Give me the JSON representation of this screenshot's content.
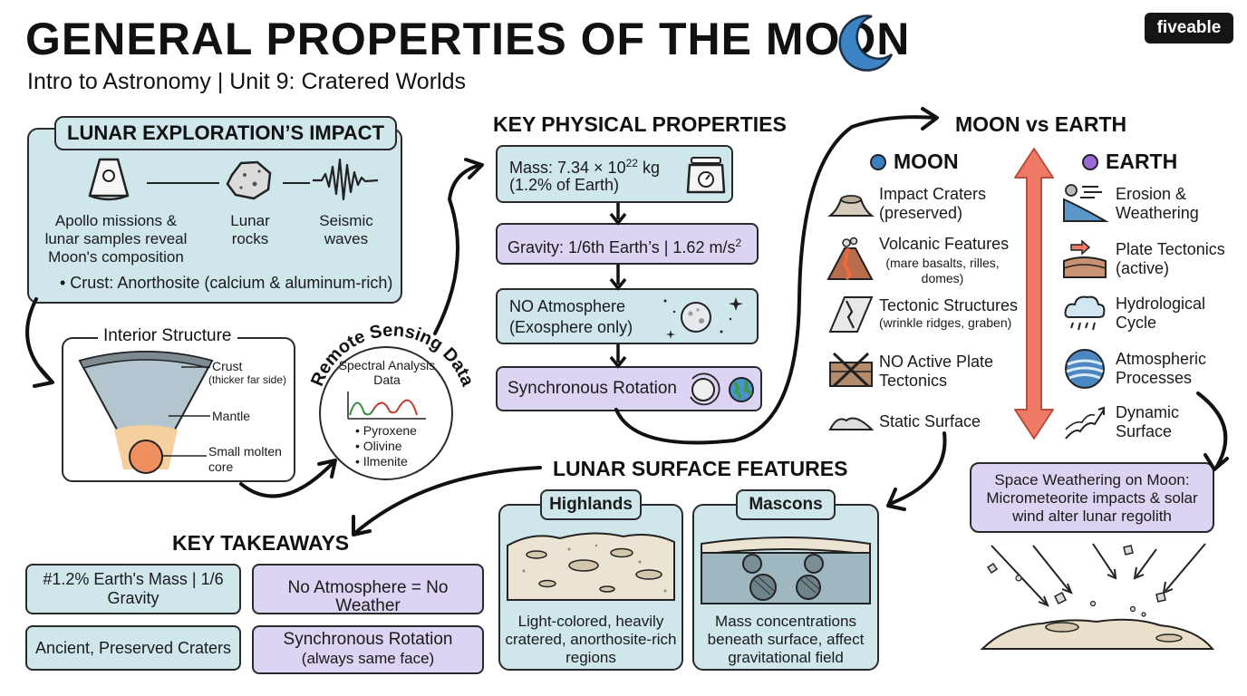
{
  "header": {
    "title": "GENERAL PROPERTIES OF THE MOON",
    "subtitle": "Intro to Astronomy | Unit 9: Cratered Worlds",
    "logo": "fiveable"
  },
  "exploration": {
    "heading": "LUNAR EXPLORATION’S IMPACT",
    "items": [
      "Apollo missions & lunar samples reveal Moon's composition",
      "Lunar rocks",
      "Seismic waves"
    ],
    "bullet": "• Crust: Anorthosite (calcium & aluminum-rich)"
  },
  "interior": {
    "heading": "Interior Structure",
    "crust": "Crust",
    "crust_note": "(thicker far side)",
    "mantle": "Mantle",
    "core": "Small molten core"
  },
  "remote": {
    "arc_label": "Remote Sensing Data",
    "heading": "Spectral Analysis Data",
    "minerals": [
      "• Pyroxene",
      "• Olivine",
      "• Ilmenite"
    ]
  },
  "physical": {
    "heading": "KEY PHYSICAL PROPERTIES",
    "mass_line1": "Mass: 7.34 × 10",
    "mass_exp": "22",
    "mass_unit": " kg",
    "mass_line2": "(1.2% of Earth)",
    "gravity": "Gravity: 1/6th Earth’s | 1.62 m/s",
    "gravity_exp": "2",
    "atmosphere_line1": "NO Atmosphere",
    "atmosphere_line2": "(Exosphere only)",
    "rotation": "Synchronous Rotation"
  },
  "compare": {
    "heading": "MOON vs EARTH",
    "moon_heading": "MOON",
    "earth_heading": "EARTH",
    "moon_items": [
      {
        "title": "Impact Craters",
        "note": "(preserved)"
      },
      {
        "title": "Volcanic Features",
        "note": "(mare basalts, rilles, domes)"
      },
      {
        "title": "Tectonic Structures",
        "note": "(wrinkle ridges, graben)"
      },
      {
        "title": "NO Active Plate Tectonics",
        "note": ""
      },
      {
        "title": "Static Surface",
        "note": ""
      }
    ],
    "earth_items": [
      {
        "title": "Erosion & Weathering",
        "note": ""
      },
      {
        "title": "Plate Tectonics",
        "note": "(active)"
      },
      {
        "title": "Hydrological Cycle",
        "note": ""
      },
      {
        "title": "Atmospheric Processes",
        "note": ""
      },
      {
        "title": "Dynamic Surface",
        "note": ""
      }
    ],
    "moon_color": "#3b7fc0",
    "earth_color": "#9b6ad6"
  },
  "weathering": {
    "text": "Space Weathering on Moon: Micrometeorite impacts & solar wind alter lunar regolith"
  },
  "surface": {
    "heading": "LUNAR SURFACE FEATURES",
    "highlands_title": "Highlands",
    "highlands_text": "Light-colored, heavily cratered, anorthosite-rich regions",
    "mascons_title": "Mascons",
    "mascons_text": "Mass concentrations beneath surface, affect gravitational field"
  },
  "takeaways": {
    "heading": "KEY TAKEAWAYS",
    "items": [
      "#1.2% Earth's Mass | 1/6 Gravity",
      "No Atmosphere = No Weather",
      "Ancient, Preserved Craters",
      "Synchronous Rotation",
      "(always same face)"
    ]
  },
  "colors": {
    "blue_box": "#cfe6ea",
    "purple_box": "#ddd3f2",
    "arrow_red": "#ee7a66"
  }
}
